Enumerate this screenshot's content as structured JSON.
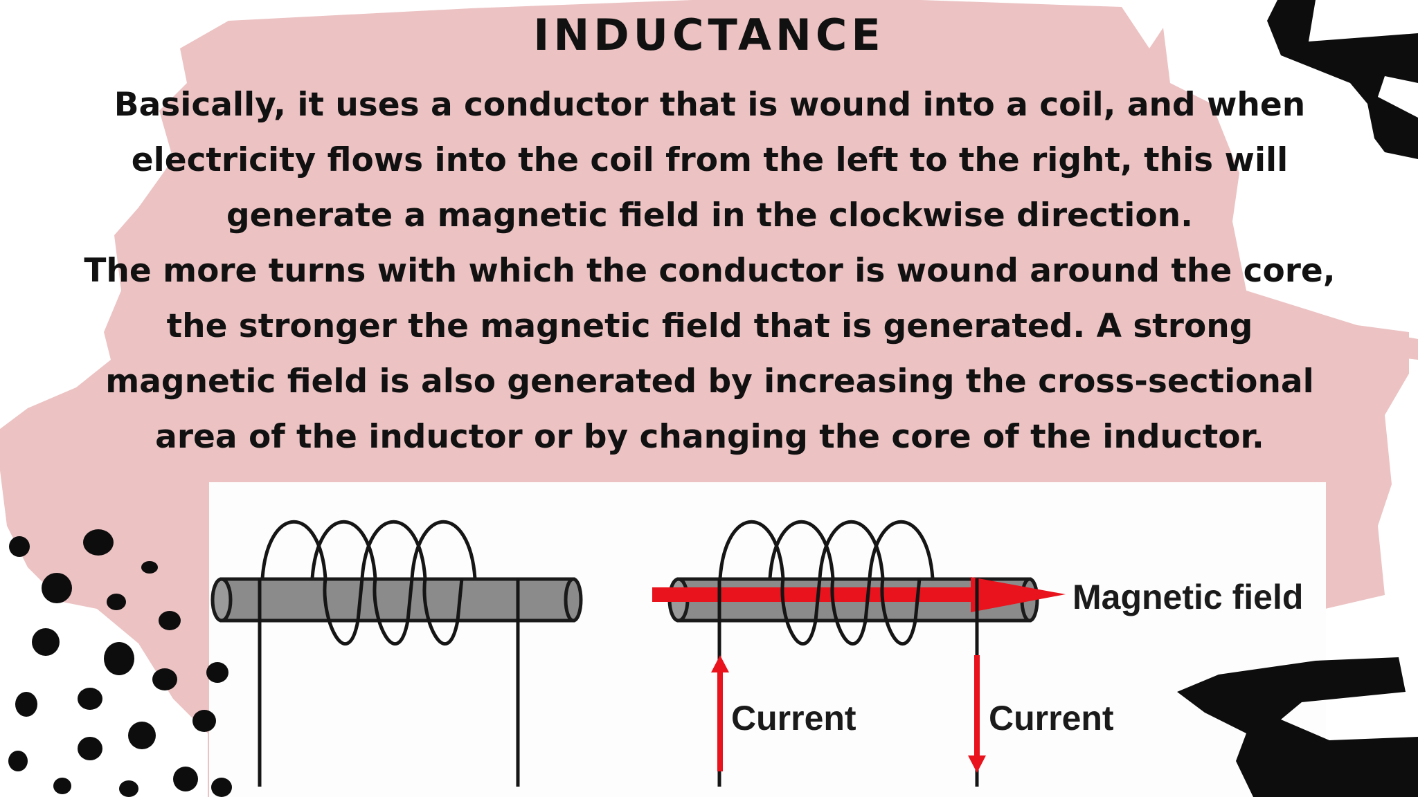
{
  "slide": {
    "title": "INDUCTANCE",
    "paragraph_1": "Basically, it uses a conductor that is wound into a coil, and when electricity flows into the coil from the left to the right, this will generate a magnetic field in the clockwise direction.",
    "paragraph_2": "The more turns with which the conductor is wound around the core, the stronger the magnetic field that is generated. A strong magnetic field is also generated by increasing the cross-sectional area of the inductor or by changing the core of the inductor."
  },
  "diagram": {
    "magnetic_field_label": "Magnetic field",
    "current_left_label": "Current",
    "current_right_label": "Current"
  },
  "colors": {
    "brush_pink": "#ecc2c3",
    "text": "#111111",
    "core_gray": "#8b8b8b",
    "arrow_red": "#e8131c",
    "ink_black": "#0d0d0d"
  }
}
